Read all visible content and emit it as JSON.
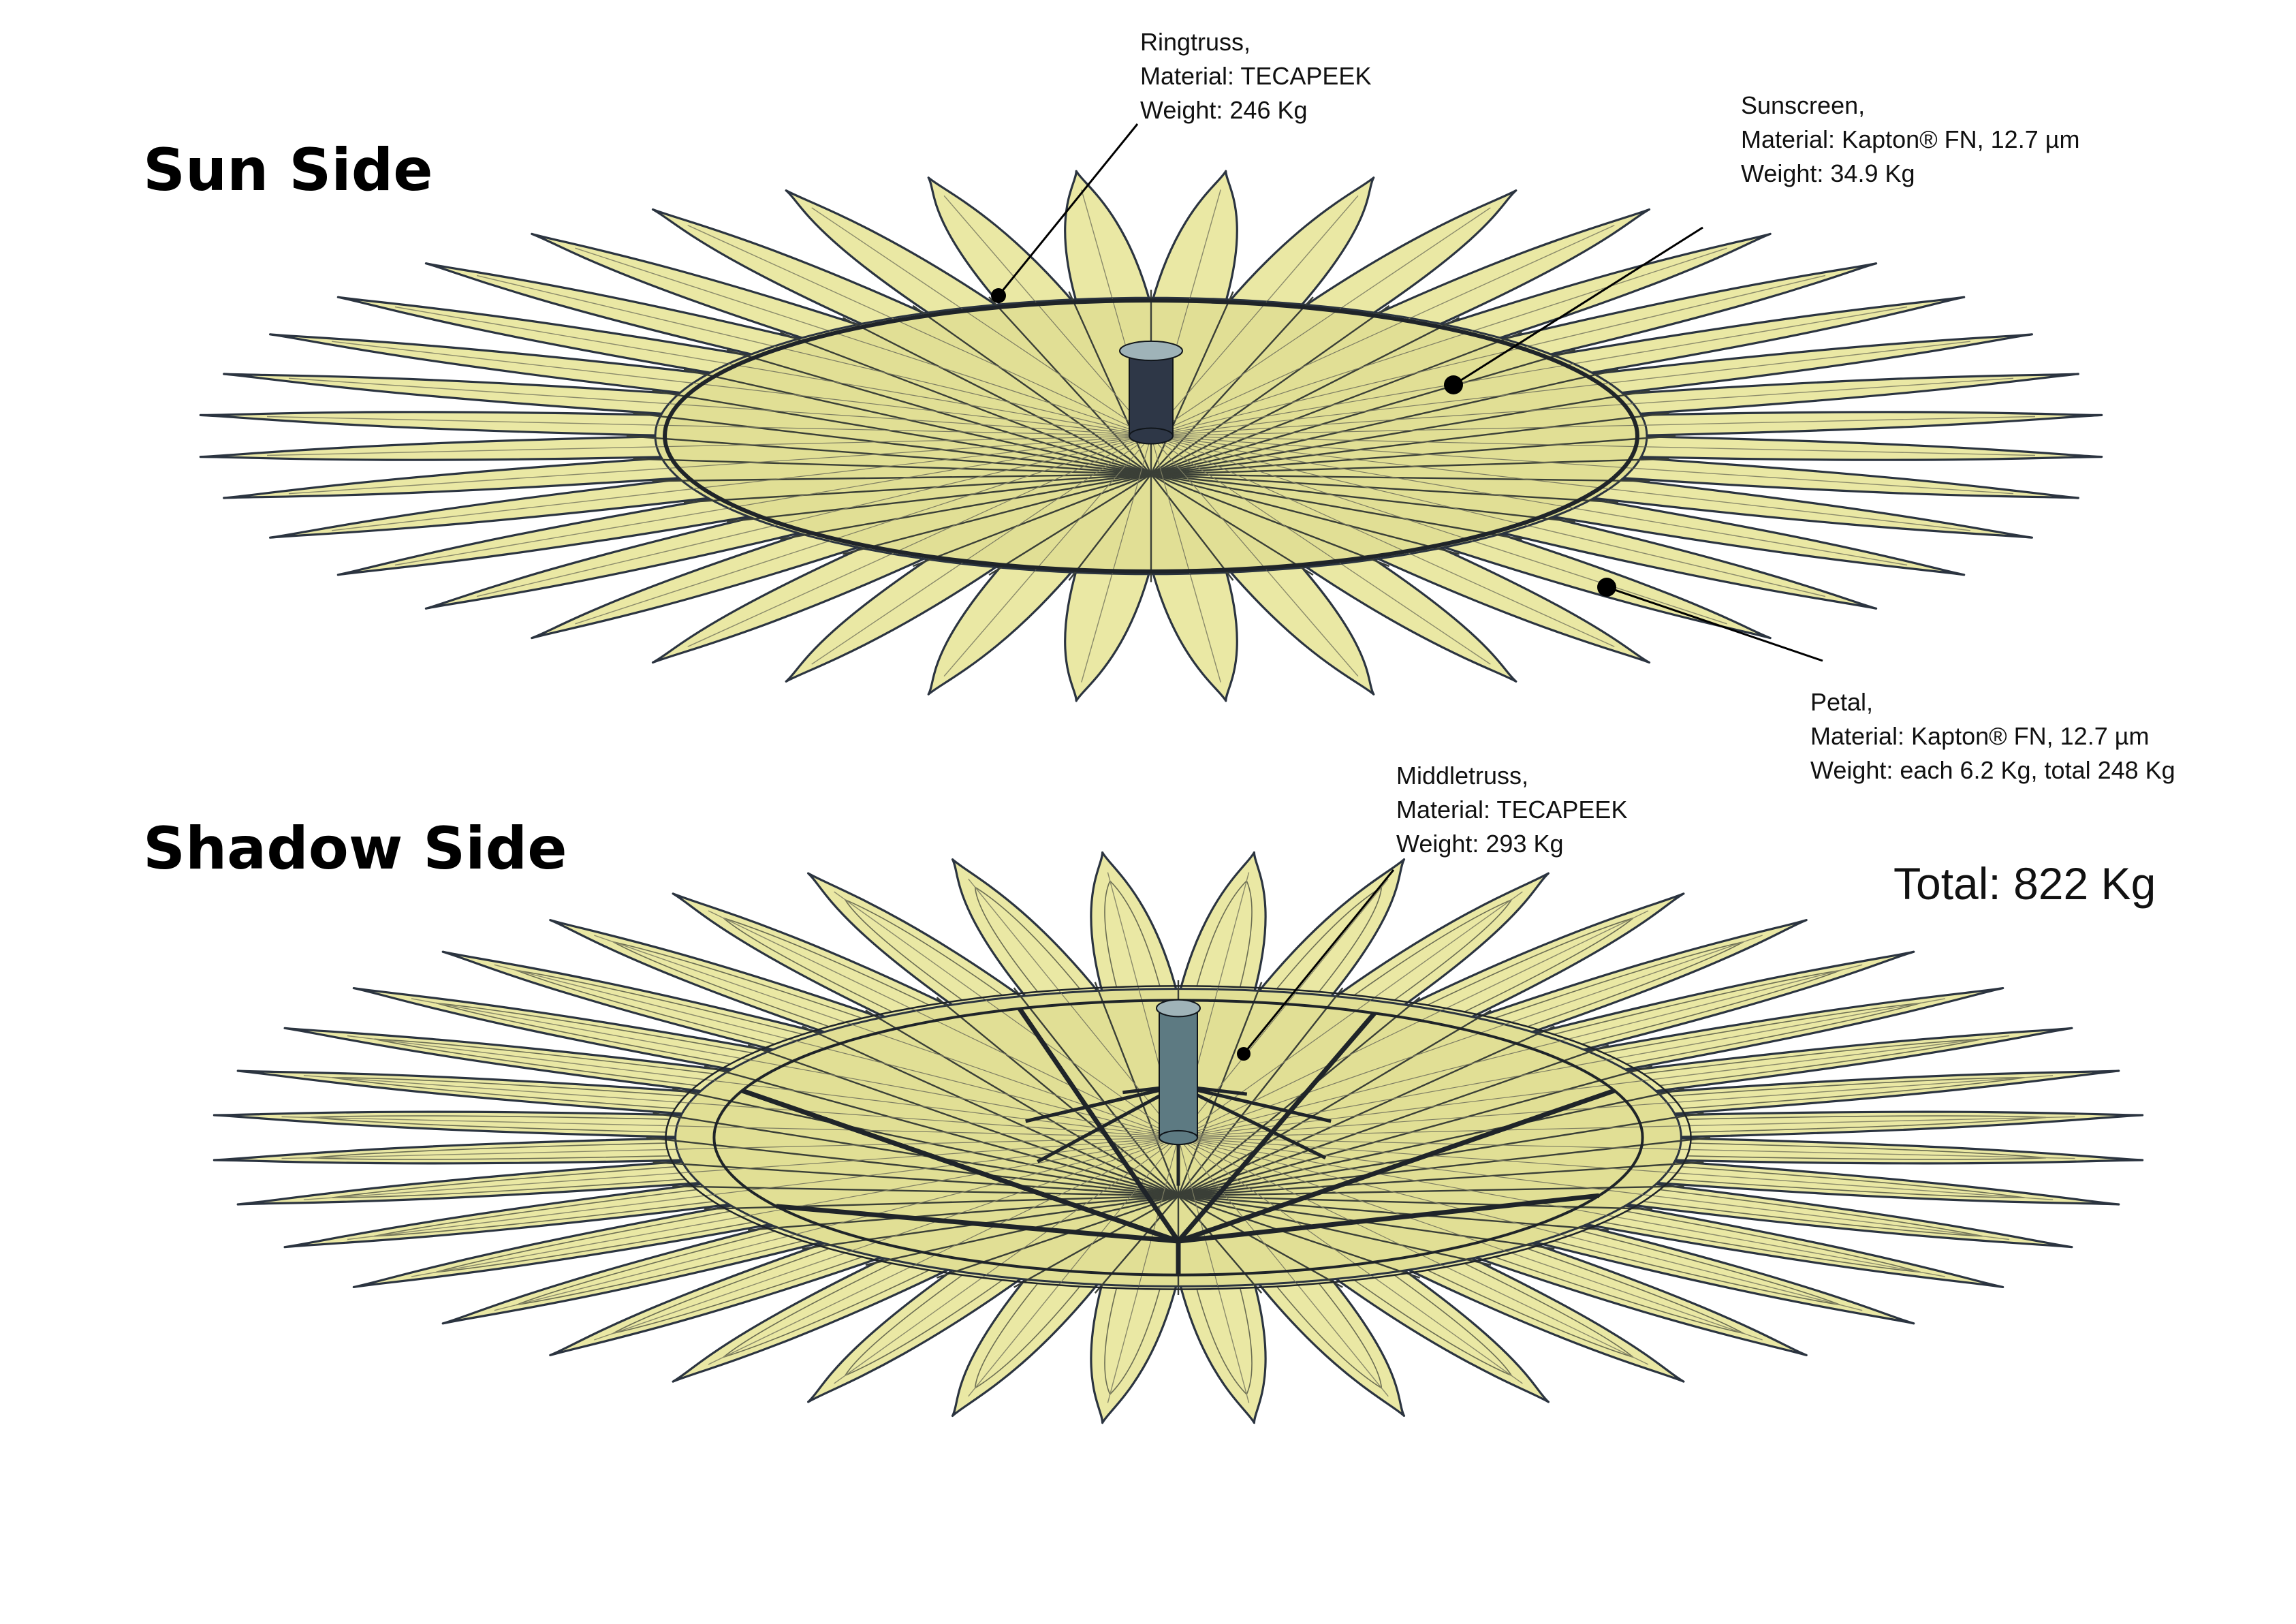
{
  "headings": {
    "sun_side": "Sun Side",
    "shadow_side": "Shadow Side"
  },
  "total": "Total: 822 Kg",
  "callouts": {
    "ringtruss": {
      "name": "Ringtruss,",
      "material": "Material: TECAPEEK",
      "weight": "Weight: 246 Kg"
    },
    "sunscreen": {
      "name": "Sunscreen,",
      "material": "Material: Kapton® FN, 12.7 µm",
      "weight": "Weight: 34.9 Kg"
    },
    "petal": {
      "name": "Petal,",
      "material": "Material: Kapton® FN, 12.7 µm",
      "weight": "Weight: each 6.2 Kg, total 248 Kg"
    },
    "middletruss": {
      "name": "Middletruss,",
      "material": "Material: TECAPEEK",
      "weight": "Weight: 293 Kg"
    }
  },
  "colors": {
    "petal_fill": "#eae8a4",
    "petal_fill_shade": "#e1df95",
    "petal_outline": "#2b3440",
    "truss": "#1f2429",
    "hub_sun": "#2e3747",
    "hub_shadow": "#5d7a82"
  },
  "structure": {
    "petal_count": 40
  }
}
